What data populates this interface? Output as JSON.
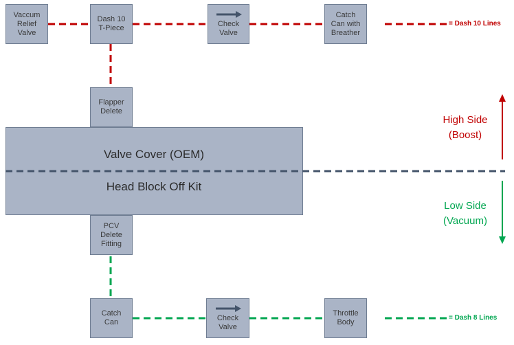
{
  "colors": {
    "dash10": "#c00000",
    "dash8": "#00a650",
    "divider": "#44546a",
    "box_fill": "#aab4c6",
    "box_border": "#6f7d92",
    "high_side": "#c00000",
    "low_side": "#00a650"
  },
  "boxes": {
    "vacuum_relief": "Vaccum\nRelief\nValve",
    "dash10_tpiece": "Dash 10\nT-Piece",
    "check_valve_top": "Check\nValve",
    "catch_can_breather": "Catch\nCan with\nBreather",
    "flapper_delete": "Flapper\nDelete",
    "pcv_delete": "PCV\nDelete\nFitting",
    "catch_can": "Catch\nCan",
    "check_valve_bottom": "Check\nValve",
    "throttle_body": "Throttle\nBody"
  },
  "engine": {
    "valve_cover": "Valve Cover (OEM)",
    "head_block_off": "Head Block Off Kit"
  },
  "legend": {
    "dash10": "= Dash 10 Lines",
    "dash8": "= Dash 8 Lines"
  },
  "sides": {
    "high_line1": "High Side",
    "high_line2": "(Boost)",
    "low_line1": "Low Side",
    "low_line2": "(Vacuum)"
  },
  "icons": {
    "direction_arrow": "right-arrow-icon",
    "up_arrow": "up-arrow-icon",
    "down_arrow": "down-arrow-icon"
  }
}
